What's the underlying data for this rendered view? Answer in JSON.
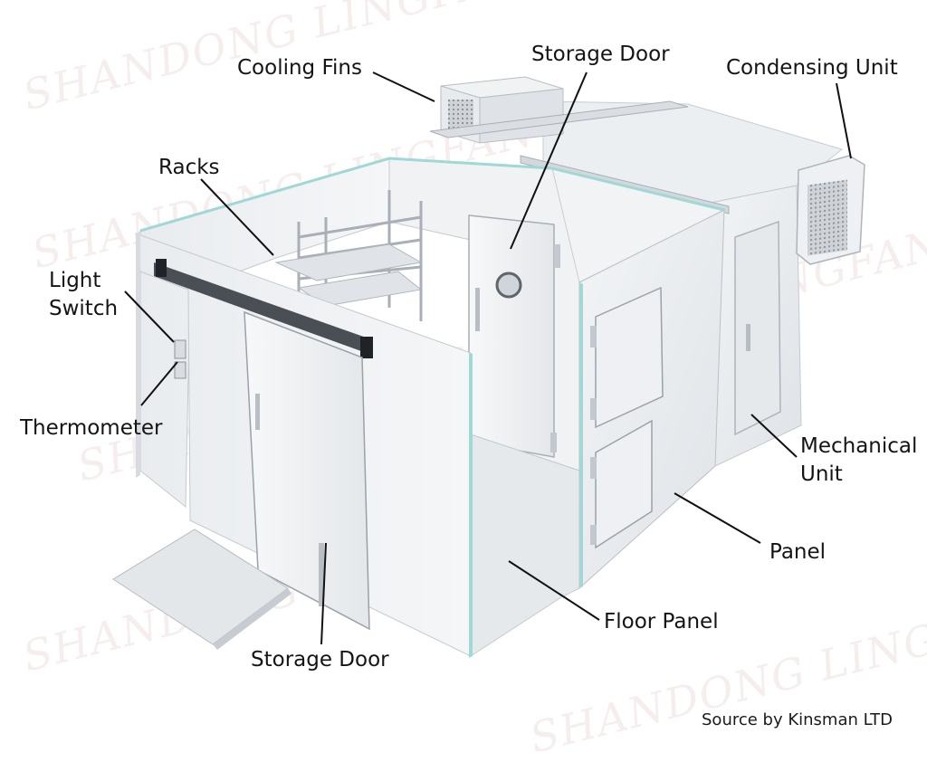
{
  "labels": {
    "cooling_fins": "Cooling Fins",
    "storage_door_top": "Storage Door",
    "condensing_unit": "Condensing Unit",
    "racks": "Racks",
    "light_switch_line1": "Light",
    "light_switch_line2": "Switch",
    "thermometer": "Thermometer",
    "mechanical_unit_line1": "Mechanical",
    "mechanical_unit_line2": "Unit",
    "panel": "Panel",
    "floor_panel": "Floor Panel",
    "storage_door_bottom": "Storage Door"
  },
  "source": "Source by Kinsman LTD",
  "watermark": "SHANDONG LINGFAN",
  "colors": {
    "panel_white": "#eef0f3",
    "panel_shade": "#d9dde2",
    "edge_seal": "#9fd8d4",
    "metal": "#b9bec5",
    "label_line": "#111111",
    "watermark": "#e2b7b7"
  }
}
